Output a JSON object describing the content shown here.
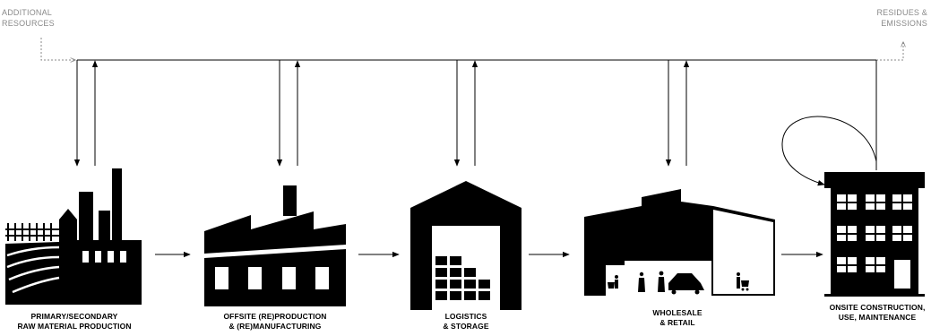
{
  "inputs_label": [
    "ADDITIONAL",
    "RESOURCES"
  ],
  "outputs_label": [
    "RESIDUES &",
    "EMISSIONS"
  ],
  "stages": [
    {
      "id": "primary",
      "icon": "farm-factory-icon",
      "label": [
        "PRIMARY/SECONDARY",
        "RAW MATERIAL PRODUCTION"
      ]
    },
    {
      "id": "offsite",
      "icon": "factory-icon",
      "label": [
        "OFFSITE (RE)PRODUCTION",
        "& (RE)MANUFACTURING"
      ]
    },
    {
      "id": "logistics",
      "icon": "warehouse-icon",
      "label": [
        "LOGISTICS",
        "& STORAGE"
      ]
    },
    {
      "id": "wholesale",
      "icon": "retail-store-icon",
      "label": [
        "WHOLESALE",
        "& RETAIL"
      ]
    },
    {
      "id": "onsite",
      "icon": "apartment-building-icon",
      "label": [
        "ONSITE CONSTRUCTION,",
        "USE, MAINTENANCE"
      ]
    }
  ],
  "colors": {
    "icon": "#000000",
    "line": "#000000",
    "faint": "#8a8a8a"
  }
}
